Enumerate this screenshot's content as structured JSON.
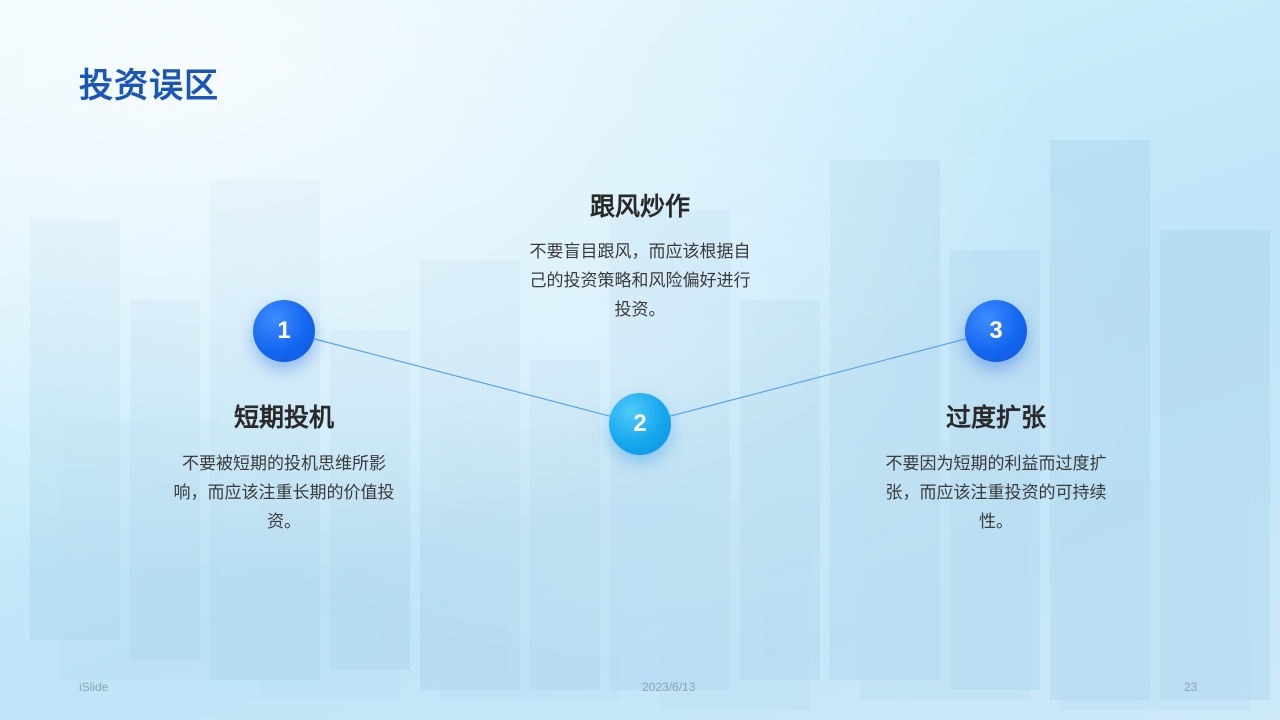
{
  "slide": {
    "title": "投资误区",
    "items": [
      {
        "number": "1",
        "heading": "短期投机",
        "description": "不要被短期的投机思维所影响，而应该注重长期的价值投资。"
      },
      {
        "number": "2",
        "heading": "跟风炒作",
        "description": "不要盲目跟风，而应该根据自己的投资策略和风险偏好进行投资。"
      },
      {
        "number": "3",
        "heading": "过度扩张",
        "description": "不要因为短期的利益而过度扩张，而应该注重投资的可持续性。"
      }
    ]
  },
  "footer": {
    "brand": "iSlide",
    "date": "2023/6/13",
    "page": "23"
  },
  "colors": {
    "title": "#1a56b8",
    "node_blue": "#1467f0",
    "node_cyan": "#16a6ee",
    "connector": "#5aa4ee"
  }
}
